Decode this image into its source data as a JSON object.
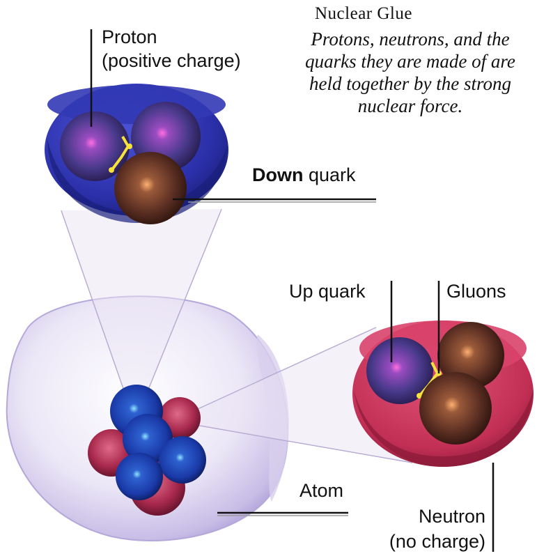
{
  "title": "Nuclear Glue",
  "caption": "Protons, neutrons, and the quarks they are made of are held together by the strong nuclear force.",
  "labels": {
    "proton_line1": "Proton",
    "proton_line2": "(positive charge)",
    "down_quark_bold": "Down",
    "down_quark_rest": " quark",
    "up_quark": "Up quark",
    "gluons": "Gluons",
    "atom": "Atom",
    "neutron_line1": "Neutron",
    "neutron_line2": "(no charge)"
  },
  "colors": {
    "proton_shell": "#2a2fa8",
    "neutron_shell": "#c8345a",
    "atom_shell": "#e2dcf2",
    "up_quark": "#4a3a8c",
    "down_quark": "#5a2e22",
    "gluon": "#f5e23a"
  }
}
